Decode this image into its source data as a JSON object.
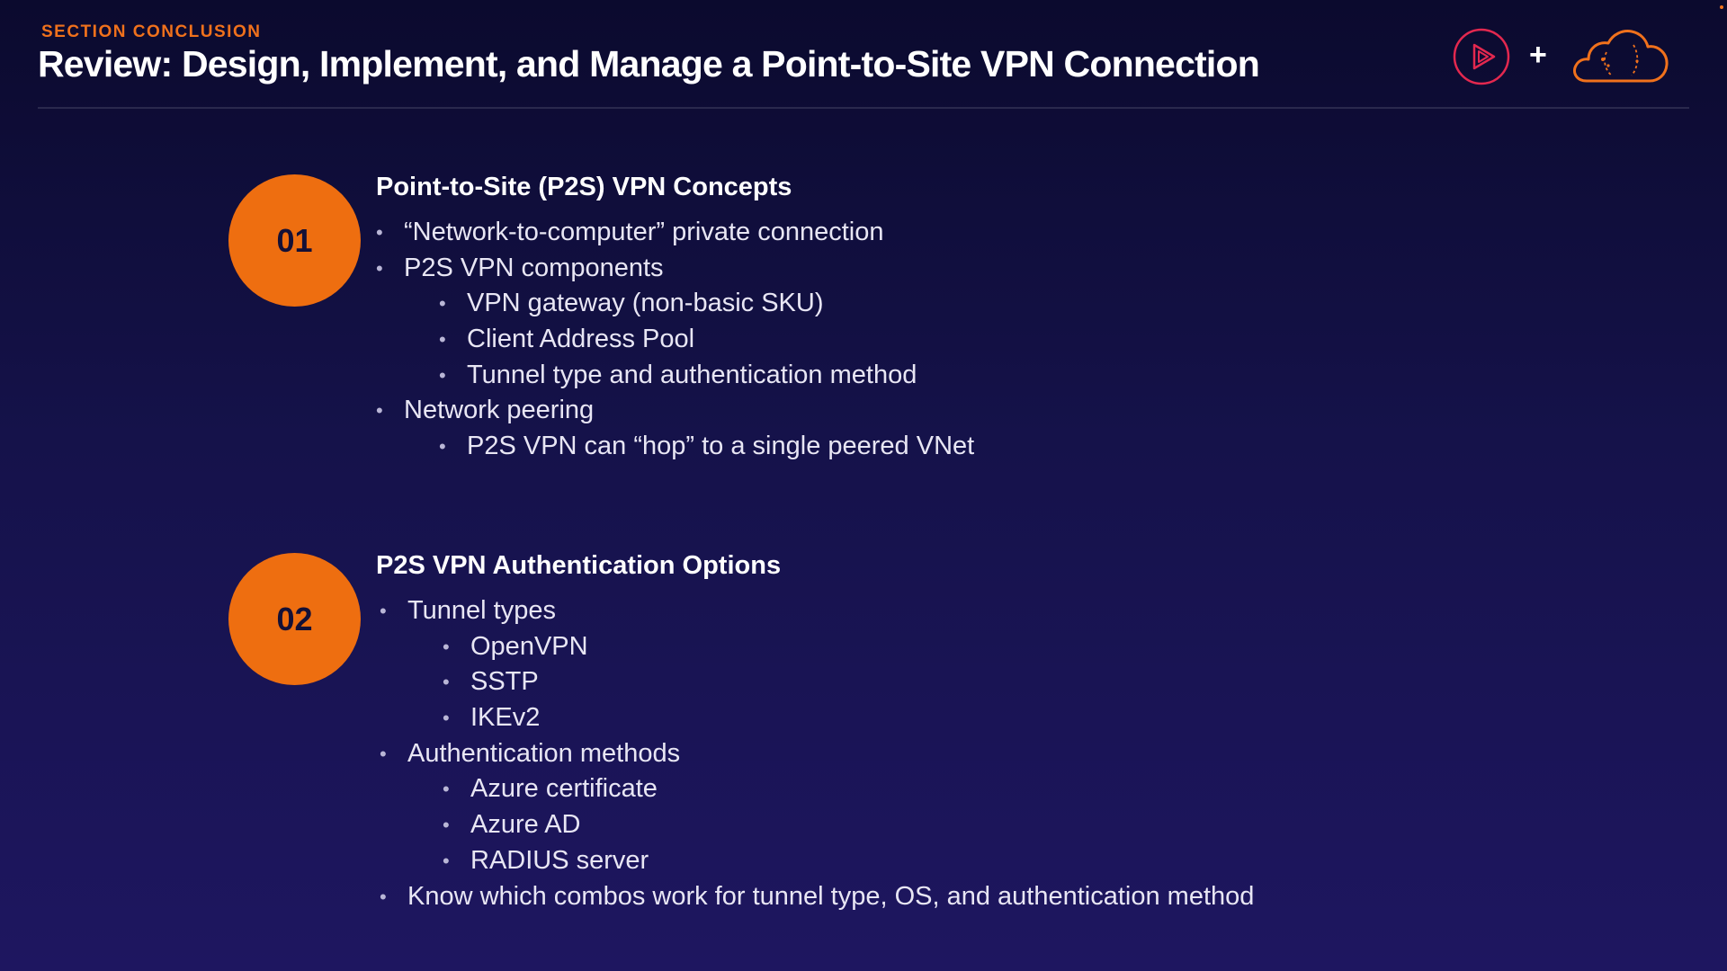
{
  "header": {
    "eyebrow": "SECTION CONCLUSION",
    "title": "Review: Design, Implement, and Manage a Point-to-Site VPN Connection",
    "logo_plus": "+",
    "brand_colors": {
      "accent": "#f0711c",
      "play_icon": "#e3284f"
    }
  },
  "sections": [
    {
      "number": "01",
      "title": "Point-to-Site (P2S) VPN Concepts",
      "items": [
        {
          "text": "“Network-to-computer” private connection",
          "level": 1
        },
        {
          "text": "P2S VPN components",
          "level": 1
        },
        {
          "text": "VPN gateway (non-basic SKU)",
          "level": 2
        },
        {
          "text": "Client Address Pool",
          "level": 2
        },
        {
          "text": "Tunnel type and authentication method",
          "level": 2
        },
        {
          "text": "Network peering",
          "level": 1
        },
        {
          "text": "P2S VPN can “hop” to a single peered VNet",
          "level": 2
        }
      ]
    },
    {
      "number": "02",
      "title": "P2S VPN Authentication Options",
      "items": [
        {
          "text": "Tunnel types",
          "level": 1
        },
        {
          "text": "OpenVPN",
          "level": 2
        },
        {
          "text": "SSTP",
          "level": 2
        },
        {
          "text": "IKEv2",
          "level": 2
        },
        {
          "text": "Authentication methods",
          "level": 1
        },
        {
          "text": "Azure certificate",
          "level": 2
        },
        {
          "text": "Azure AD",
          "level": 2
        },
        {
          "text": "RADIUS server",
          "level": 2
        },
        {
          "text": "Know which combos work for tunnel type, OS, and authentication method",
          "level": 1
        }
      ]
    }
  ],
  "icons": {
    "play": "pluralsight-play-icon",
    "cloud": "acloudguru-cloud-icon",
    "bullet": "•"
  }
}
